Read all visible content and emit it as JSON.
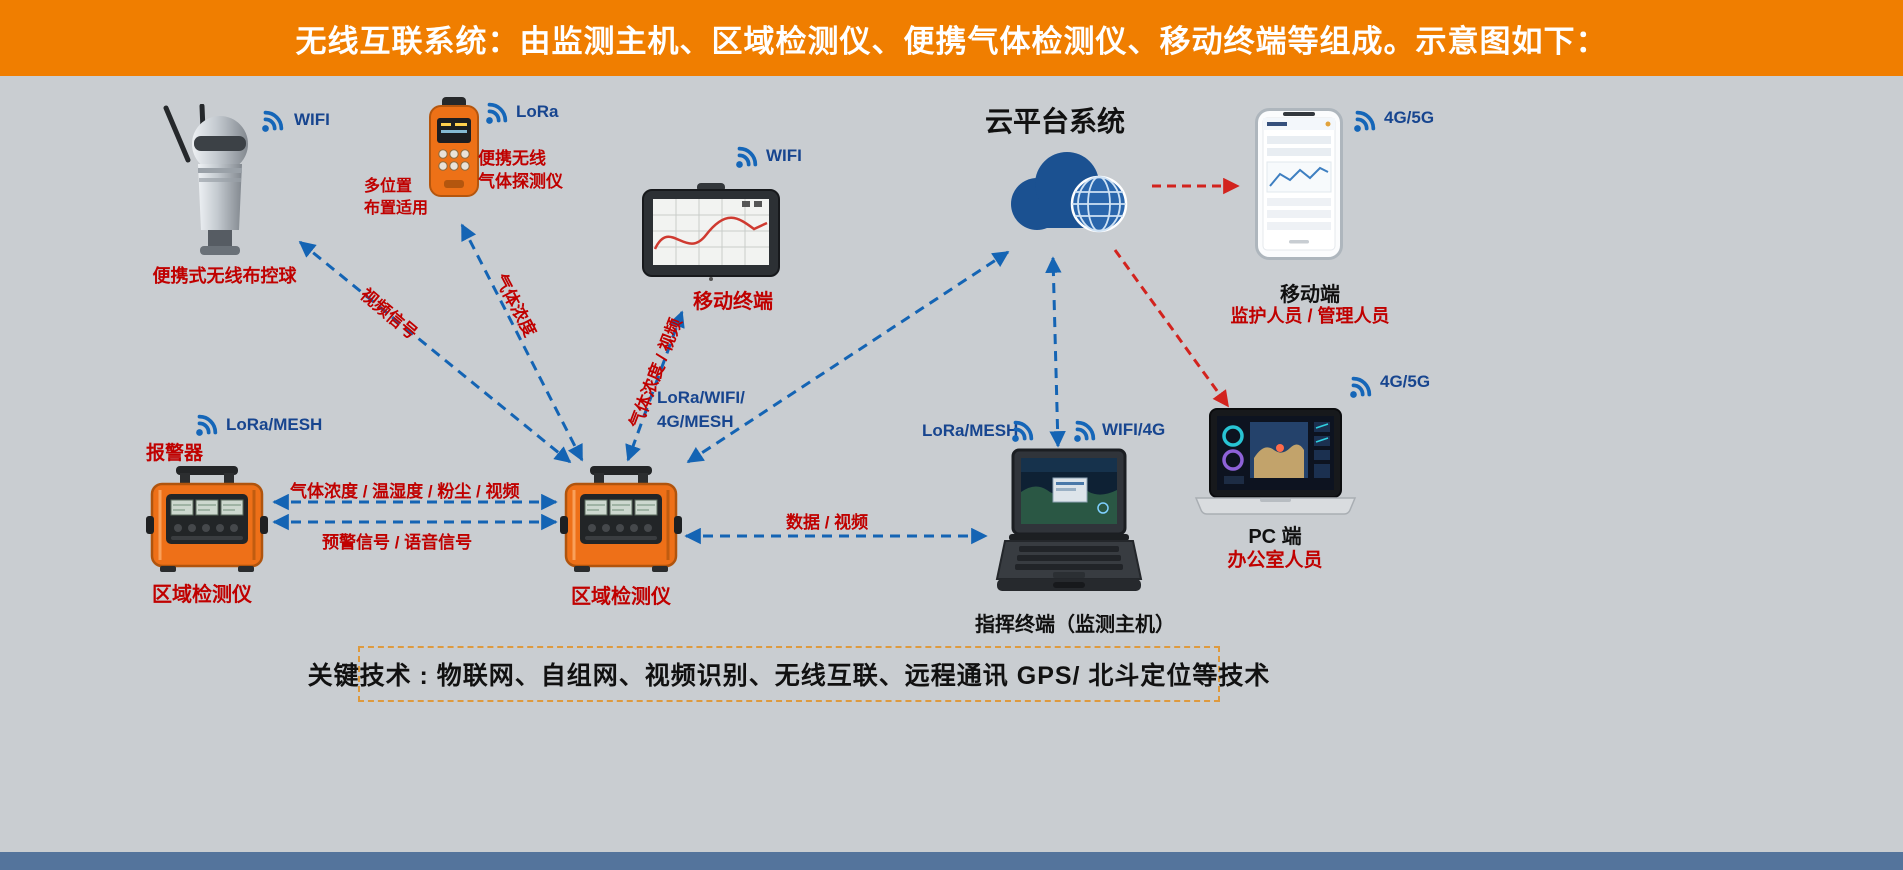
{
  "colors": {
    "banner_bg": "#F07E00",
    "banner_text": "#FFFFFF",
    "bg": "#C9CDD1",
    "arrow_blue": "#1464B4",
    "arrow_red": "#D2231E",
    "label_red": "#C00100",
    "label_navy": "#17458F",
    "text_dark": "#111111",
    "footer_border": "#DE9A3E",
    "bottom_strip": "#54749C"
  },
  "banner": {
    "title": "无线互联系统：由监测主机、区域检测仪、便携气体检测仪、移动终端等组成。示意图如下："
  },
  "nodes": {
    "camera": {
      "label": "便携式无线布控球",
      "signal": "WIFI"
    },
    "gas": {
      "label1": "便携无线",
      "label2": "气体探测仪",
      "note1": "多位置",
      "note2": "布置适用",
      "signal": "LoRa"
    },
    "tablet": {
      "label": "移动终端",
      "signal": "WIFI"
    },
    "cloud": {
      "title": "云平台系统"
    },
    "phone": {
      "label": "移动端",
      "sublabel": "监护人员 / 管理人员",
      "signal": "4G/5G"
    },
    "alarm": {
      "tag": "报警器",
      "label": "区域检测仪",
      "signal": "LoRa/MESH"
    },
    "detector": {
      "label": "区域检测仪"
    },
    "command": {
      "label": "指挥终端（监测主机）",
      "signal_left": "LoRa/MESH",
      "signal_right": "WIFI/4G"
    },
    "pc": {
      "label": "PC 端",
      "sublabel": "办公室人员",
      "signal": "4G/5G"
    }
  },
  "links": {
    "video": "视频信号",
    "gas": "气体浓度",
    "gas_video": "气体浓度 / 视频",
    "mesh1": "LoRa/WIFI/",
    "mesh2": "4G/MESH",
    "sensors": "气体浓度 / 温湿度 / 粉尘 / 视频",
    "warning": "预警信号 / 语音信号",
    "data_video": "数据 / 视频"
  },
  "footer": {
    "text": "关键技术 : 物联网、自组网、视频识别、无线互联、远程通讯 GPS/ 北斗定位等技术"
  }
}
